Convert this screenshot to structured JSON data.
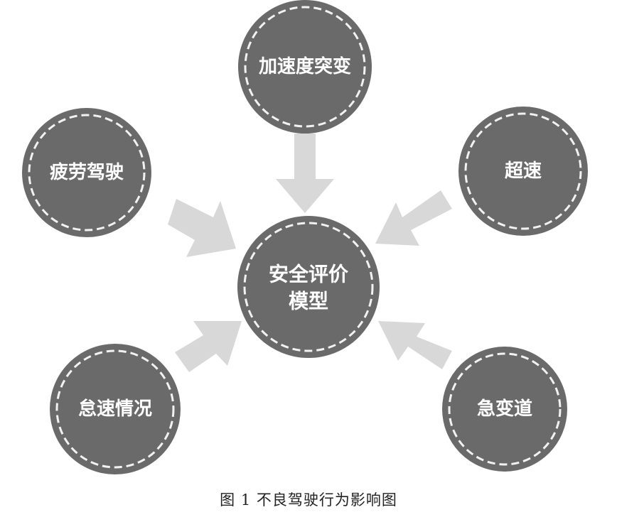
{
  "colors": {
    "node_fill": "#6a6a6a",
    "node_dash": "#f2f2f2",
    "arrow_fill": "#d8d8d8",
    "text": "#ffffff"
  },
  "center": {
    "lines": [
      "安全评价",
      "模型"
    ]
  },
  "factors": {
    "top": "加速度突变",
    "upper_left": "疲劳驾驶",
    "upper_right": "超速",
    "lower_left": "怠速情况",
    "lower_right": "急变道"
  },
  "caption": "图 1 不良驾驶行为影响图"
}
